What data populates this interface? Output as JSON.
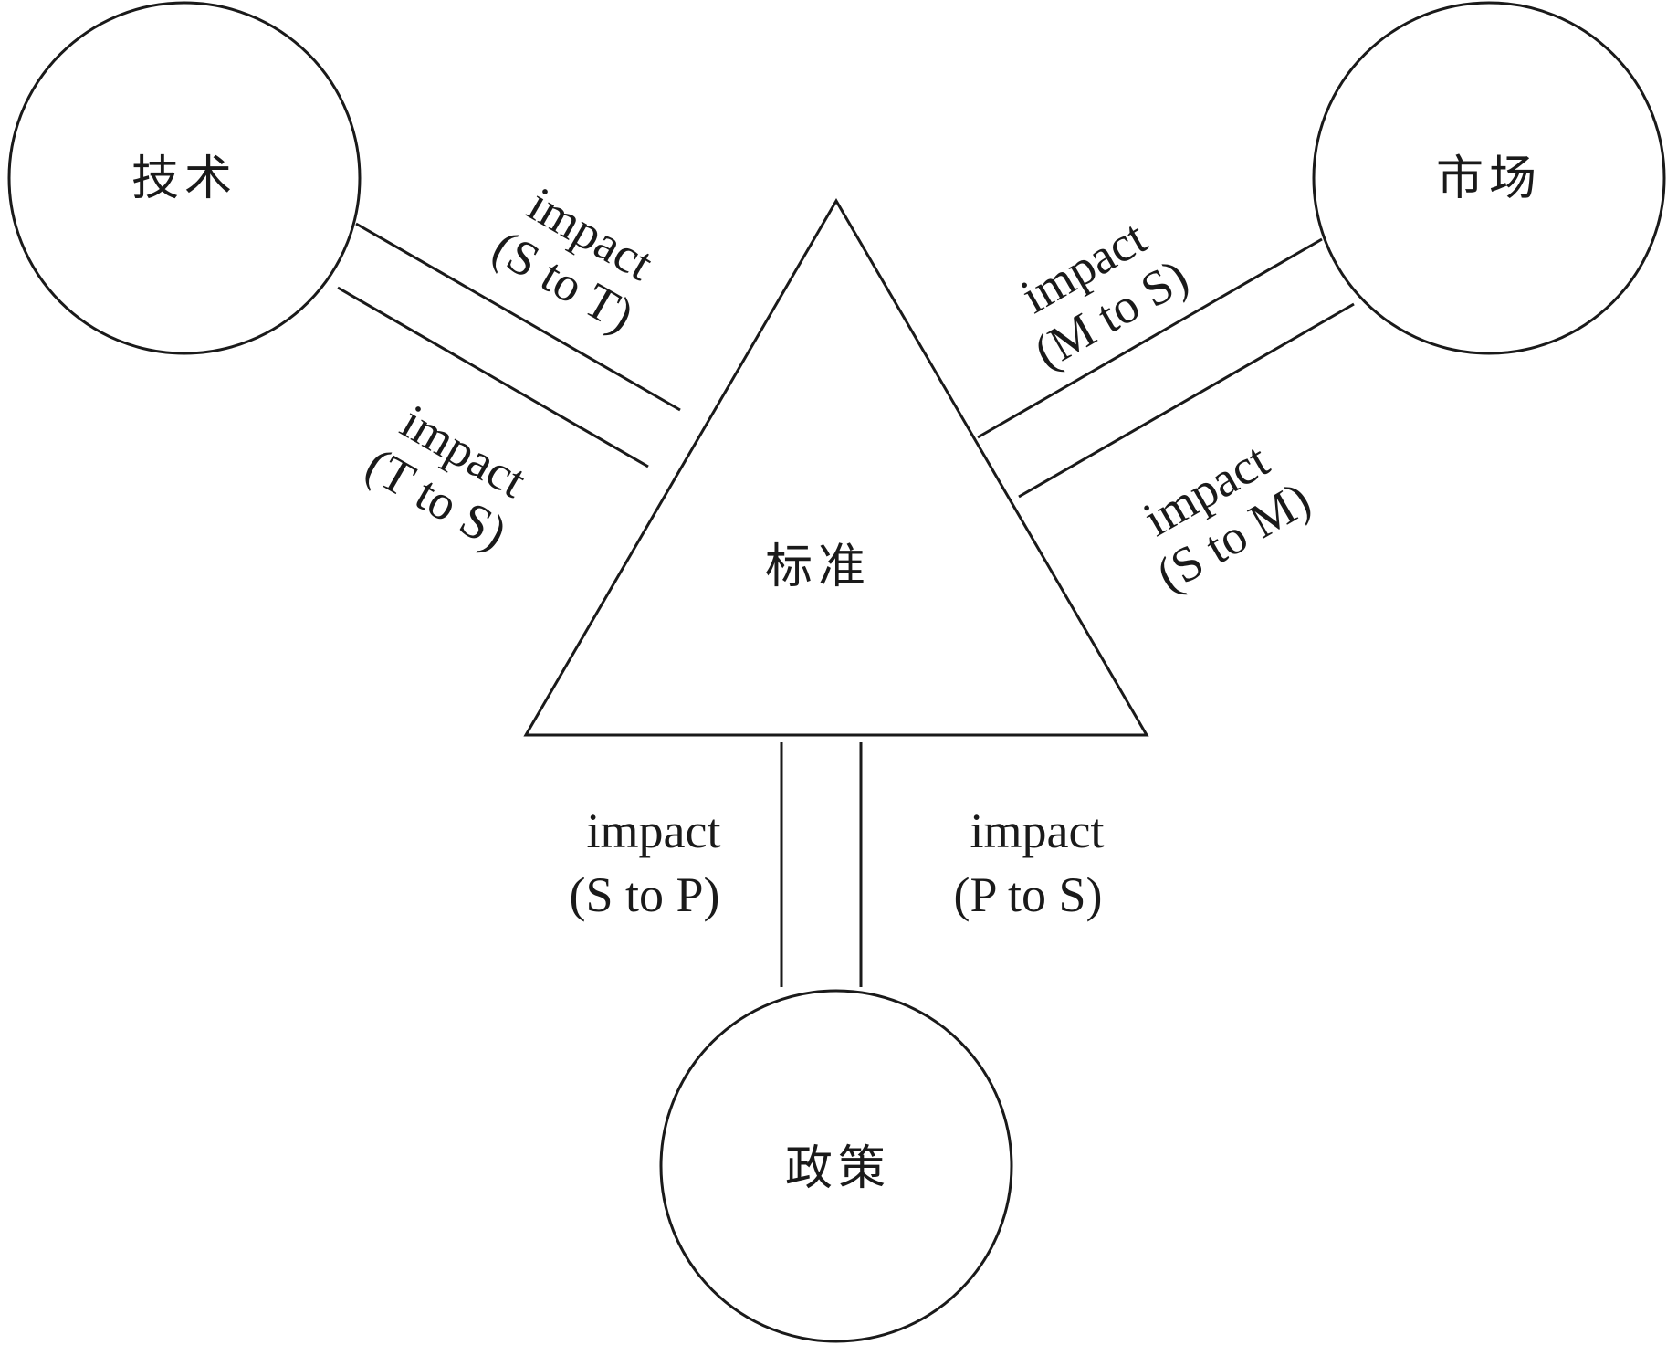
{
  "nodes": {
    "technology": {
      "label": "技术"
    },
    "market": {
      "label": "市场"
    },
    "standard": {
      "label": "标准"
    },
    "policy": {
      "label": "政策"
    }
  },
  "edges": {
    "s_to_t": {
      "line1": "impact",
      "line2": "(S to T)"
    },
    "t_to_s": {
      "line1": "impact",
      "line2": "(T to S)"
    },
    "m_to_s": {
      "line1": "impact",
      "line2": "(M to S)"
    },
    "s_to_m": {
      "line1": "impact",
      "line2": "(S to M)"
    },
    "s_to_p": {
      "line1": "impact",
      "line2": "(S to P)"
    },
    "p_to_s": {
      "line1": "impact",
      "line2": "(P to S)"
    }
  },
  "colors": {
    "stroke": "#1a1a1a",
    "background": "#ffffff"
  }
}
